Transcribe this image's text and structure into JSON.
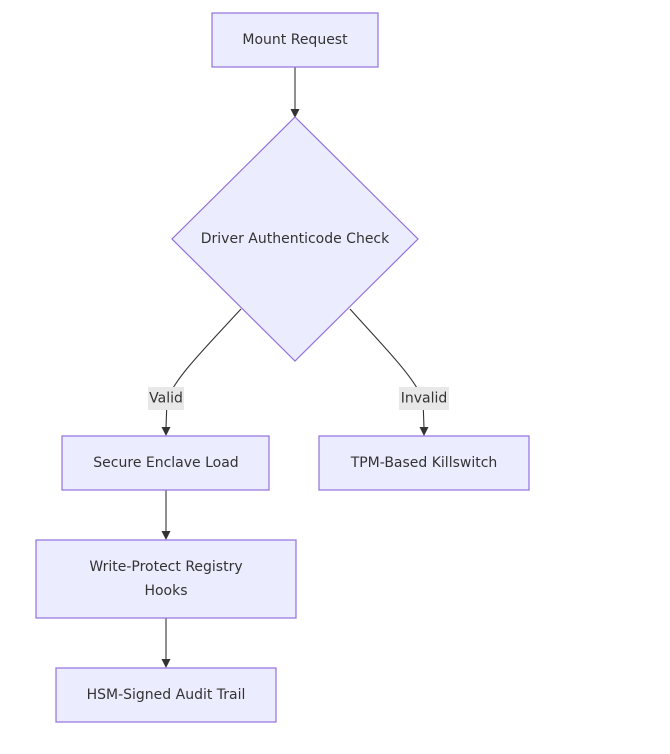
{
  "nodes": {
    "mount_request": "Mount Request",
    "authenticode_check": "Driver Authenticode Check",
    "secure_enclave": "Secure Enclave Load",
    "tpm_killswitch": "TPM-Based Killswitch",
    "write_protect_line1": "Write-Protect Registry",
    "write_protect_line2": "Hooks",
    "hsm_audit": "HSM-Signed Audit Trail"
  },
  "edges": {
    "valid_label": "Valid",
    "invalid_label": "Invalid"
  },
  "colors": {
    "node_fill": "#ececff",
    "node_stroke": "#9370db",
    "edge_stroke": "#333333",
    "edge_label_bg": "#e8e8e8"
  }
}
